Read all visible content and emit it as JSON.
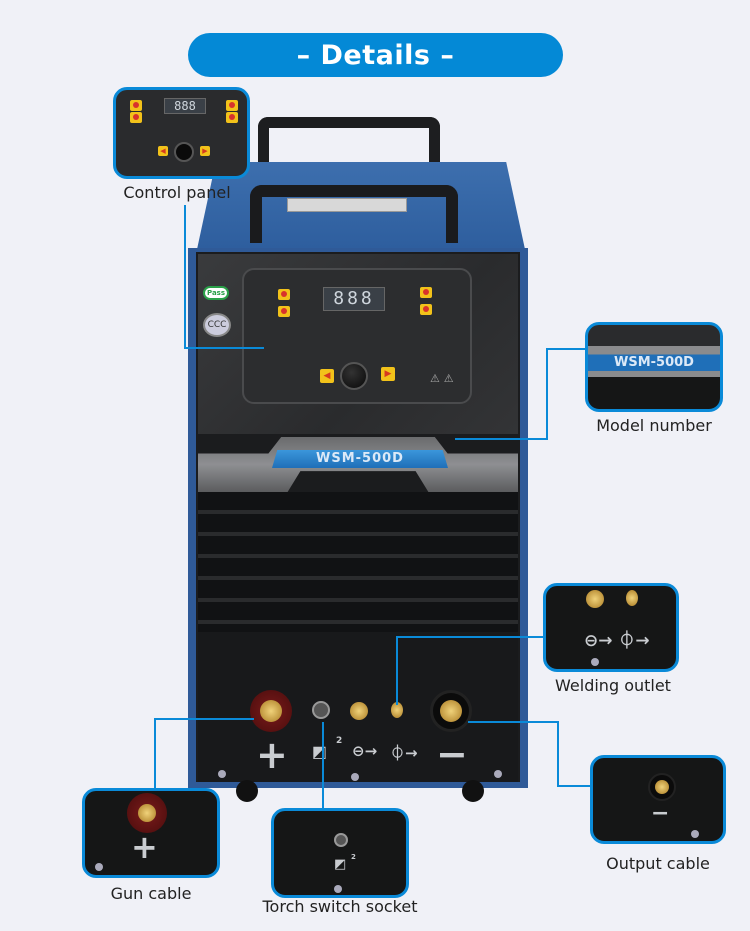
{
  "banner": {
    "title": "– Details –",
    "color": "#0489d6"
  },
  "machine": {
    "model_label": "WSM-500D",
    "display_value": "888",
    "certifications": [
      "Pass",
      "CCC"
    ],
    "front_symbols": {
      "positive": "+",
      "negative": "−",
      "torch_switch": "2"
    },
    "body_color": "#2f5a98"
  },
  "callouts": [
    {
      "id": "control-panel",
      "label": "Control panel"
    },
    {
      "id": "model-number",
      "label": "Model number",
      "detail_text": "WSM-500D"
    },
    {
      "id": "welding-outlet",
      "label": "Welding outlet"
    },
    {
      "id": "output-cable",
      "label": "Output cable",
      "detail_symbol": "−"
    },
    {
      "id": "gun-cable",
      "label": "Gun cable",
      "detail_symbol": "+"
    },
    {
      "id": "torch-switch-socket",
      "label": "Torch switch socket",
      "detail_symbol": "2"
    }
  ],
  "accent_color": "#0a8ad8"
}
